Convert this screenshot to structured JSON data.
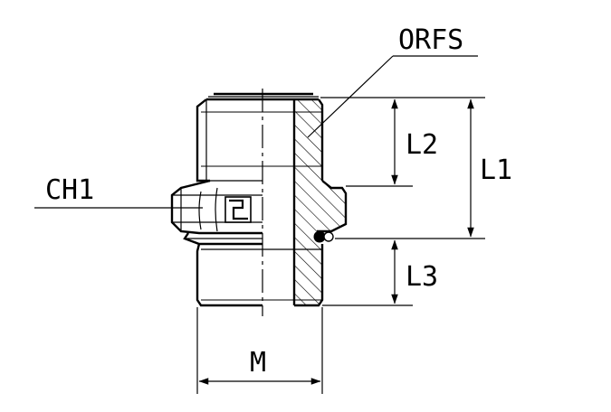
{
  "labels": {
    "orfs": "ORFS",
    "ch1": "CH1",
    "l1": "L1",
    "l2": "L2",
    "l3": "L3",
    "m": "M"
  },
  "colors": {
    "line": "#000000",
    "background": "#ffffff"
  },
  "icons": {
    "logo": "manufacturer-logo-mark"
  }
}
